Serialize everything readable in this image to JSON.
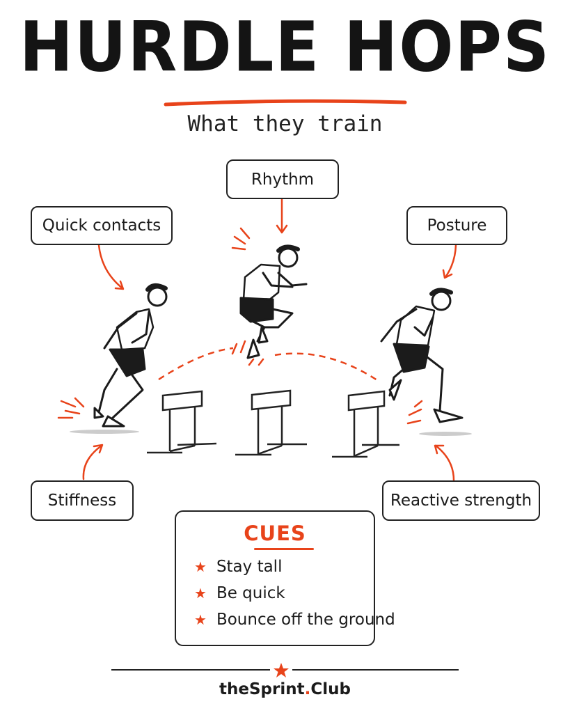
{
  "title": "HURDLE HOPS",
  "subtitle": "What they train",
  "labels": {
    "rhythm": "Rhythm",
    "quick_contacts": "Quick contacts",
    "posture": "Posture",
    "stiffness": "Stiffness",
    "reactive_strength": "Reactive strength"
  },
  "cues": {
    "title": "CUES",
    "items": [
      "Stay tall",
      "Be quick",
      "Bounce off the ground"
    ]
  },
  "footer": {
    "brand_part1": "theSprint",
    "brand_dot": ".",
    "brand_part2": "Club"
  },
  "colors": {
    "accent": "#e8431a",
    "ink": "#1b1b1b"
  },
  "icons": [
    "star-icon",
    "arrow-icon",
    "hurdle-icon",
    "athlete-icon"
  ]
}
